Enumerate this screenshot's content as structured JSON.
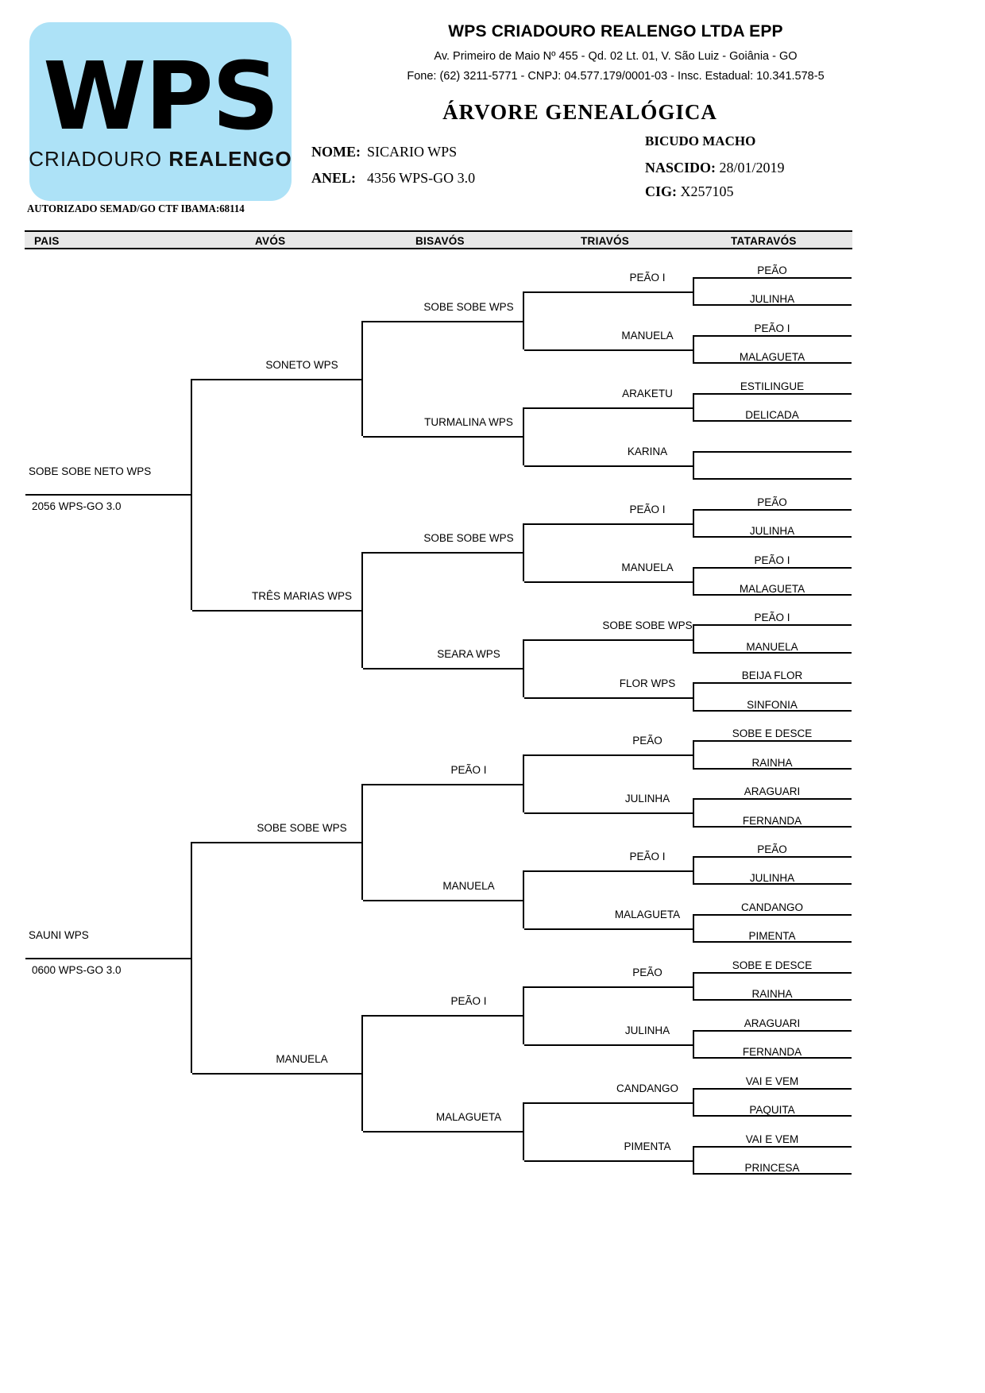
{
  "company": {
    "logo_main": "WPS",
    "logo_sub_thin": "CRIADOURO ",
    "logo_sub_bold": "REALENGO",
    "name": "WPS CRIADOURO REALENGO LTDA EPP",
    "address": "Av. Primeiro de Maio Nº 455 - Qd. 02 Lt. 01, V. São Luiz  - Goiânia - GO",
    "contact": "Fone: (62) 3211-5771  -  CNPJ: 04.577.179/0001-03  -  Insc. Estadual: 10.341.578-5",
    "authorized": "AUTORIZADO SEMAD/GO CTF IBAMA:68114"
  },
  "document": {
    "title": "ÁRVORE  GENEALÓGICA",
    "nome_label": "NOME:",
    "nome_value": "SICARIO WPS",
    "anel_label": "ANEL:",
    "anel_value": "4356 WPS-GO 3.0",
    "species_sex": "BICUDO MACHO",
    "nascido_label": "NASCIDO:",
    "nascido_value": "28/01/2019",
    "cig_label": "CIG:",
    "cig_value": "X257105"
  },
  "columns": {
    "pais": "PAIS",
    "avos": "AVÓS",
    "bisavos": "BISAVÓS",
    "triavos": "TRIAVÓS",
    "tataravos": "TATARAVÓS"
  },
  "tree": {
    "pais": [
      {
        "name": "SOBE SOBE NETO WPS",
        "ring": "2056 WPS-GO 3.0"
      },
      {
        "name": "SAUNI WPS",
        "ring": "0600 WPS-GO 3.0"
      }
    ],
    "avos": [
      "SONETO WPS",
      "TRÊS MARIAS WPS",
      "SOBE SOBE WPS",
      "MANUELA"
    ],
    "bisavos": [
      "SOBE SOBE WPS",
      "TURMALINA WPS",
      "SOBE SOBE WPS",
      "SEARA WPS",
      "PEÃO I",
      "MANUELA",
      "PEÃO I",
      "MALAGUETA"
    ],
    "triavos": [
      "PEÃO I",
      "MANUELA",
      "ARAKETU",
      "KARINA",
      "PEÃO I",
      "MANUELA",
      "SOBE SOBE WPS",
      "FLOR WPS",
      "PEÃO",
      "JULINHA",
      "PEÃO I",
      "MALAGUETA",
      "PEÃO",
      "JULINHA",
      "CANDANGO",
      "PIMENTA"
    ],
    "tataravos": [
      "PEÃO",
      "JULINHA",
      "PEÃO I",
      "MALAGUETA",
      "ESTILINGUE",
      "DELICADA",
      "",
      "",
      "PEÃO",
      "JULINHA",
      "PEÃO I",
      "MALAGUETA",
      "PEÃO I",
      "MANUELA",
      "BEIJA FLOR",
      "SINFONIA",
      "SOBE E DESCE",
      "RAINHA",
      "ARAGUARI",
      "FERNANDA",
      "PEÃO",
      "JULINHA",
      "CANDANGO",
      "PIMENTA",
      "SOBE E DESCE",
      "RAINHA",
      "ARAGUARI",
      "FERNANDA",
      "VAI E VEM",
      "PAQUITA",
      "VAI E VEM",
      "PRINCESA"
    ]
  }
}
